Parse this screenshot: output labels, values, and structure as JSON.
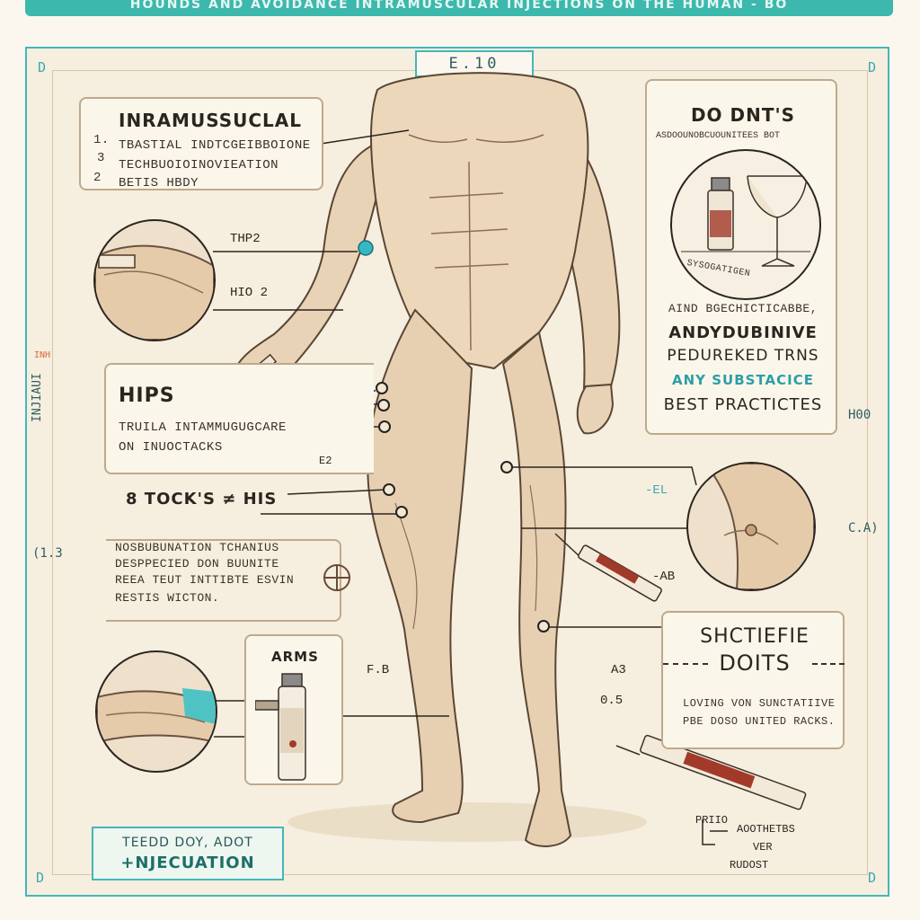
{
  "banner": {
    "text": "HOUNDS AND AVOIDANCE INTRAMUSCULAR INJECTIONS ON THE HUMAN - BO"
  },
  "frame": {
    "top_tab": "E.10",
    "corner_tl": "D",
    "corner_tr": "D",
    "corner_bl": "D",
    "corner_br": "D",
    "left_small": "INH",
    "left_vertical": "INJIAUI",
    "left_mark": "(1.3",
    "right_mark_1": "H00",
    "right_mark_2": "C.A)"
  },
  "intramuscular_box": {
    "title": "INRAMUSSUCLAL",
    "n1": "1.",
    "n2": "3",
    "n3": "2",
    "line1": "TBASTIAL INDTCGEIBBOIONE",
    "line2": "TECHBUOIOINOVIEATION",
    "line3": "BETIS HBDY"
  },
  "arm_labels": {
    "a": "THP2",
    "b": "HIO 2"
  },
  "hips_box": {
    "title": "HIPS",
    "line1": "TRUILA INTAMMUGUGCARE",
    "line2": "ON INUOCTACKS"
  },
  "buttocks_label": {
    "text": "8 TOCK'S ≠ HIS"
  },
  "small_labels": {
    "e2": "E2",
    "el": "-EL",
    "ab": "-AB",
    "fb": "F.B",
    "a3": "A3",
    "o5": "0.5"
  },
  "technique_box": {
    "line1": "NOSBUBUNATION TCHANIUS",
    "line2": "DESPPECIED DON BUUNITE",
    "line3": "REEA TEUT INTTIBTE ESVIN",
    "line4": "RESTIS WICTON."
  },
  "arms_box": {
    "title": "ARMS"
  },
  "donts_box": {
    "title": "DO DNT'S",
    "subtitle": "ASDOOUNOBCUOUNITEES BOT",
    "caption": "SYSOGATIGEN",
    "line1": "AIND BGECHICTICABBE,",
    "line2": "ANDYDUBINIVE",
    "line3": "PEDUREKED TRNS",
    "line4": "ANY SUBSTACICE",
    "line5": "BEST PRACTICTES"
  },
  "suspicious_box": {
    "title1": "SHCTIEFIE",
    "title2": "DOITS",
    "line1": "LOVING VON SUNCTATIIVE",
    "line2": "PBE DOSO UNITED RACKS."
  },
  "injection_box": {
    "line1": "TEEDD DOY, ADOT",
    "line2": "+NJECUATION"
  },
  "bottom_note": {
    "label": "PRIIO",
    "line1": "AOOTHETBS",
    "line2": "VER",
    "line3": "RUDOST"
  },
  "colors": {
    "teal": "#45b6ba",
    "skin": "#e9d3b6",
    "ink": "#2b2520",
    "paper": "#f6eede"
  }
}
